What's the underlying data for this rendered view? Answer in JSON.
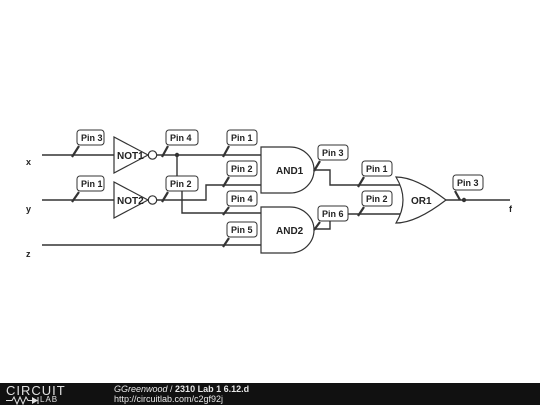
{
  "inputs": {
    "x": "x",
    "y": "y",
    "z": "z"
  },
  "output": {
    "f": "f"
  },
  "gates": {
    "not1": "NOT1",
    "not2": "NOT2",
    "and1": "AND1",
    "and2": "AND2",
    "or1": "OR1"
  },
  "pins": {
    "not1_in": "Pin 3",
    "not2_in": "Pin 1",
    "not1_out": "Pin 4",
    "not2_out": "Pin 2",
    "and1_in1": "Pin 1",
    "and1_in2": "Pin 2",
    "and1_out": "Pin 3",
    "and2_in1": "Pin 4",
    "and2_in2": "Pin 5",
    "and2_out": "Pin 6",
    "or1_in1": "Pin 1",
    "or1_in2": "Pin 2",
    "or1_out": "Pin 3"
  },
  "footer": {
    "logo_top": "CIRCUIT",
    "logo_bottom": "LAB",
    "author": "GGreenwood",
    "separator": " / ",
    "title": "2310 Lab 1 6.12.d",
    "url": "http://circuitlab.com/c2gf92j"
  },
  "colors": {
    "footer_bg": "#111111",
    "wire": "#333333"
  }
}
